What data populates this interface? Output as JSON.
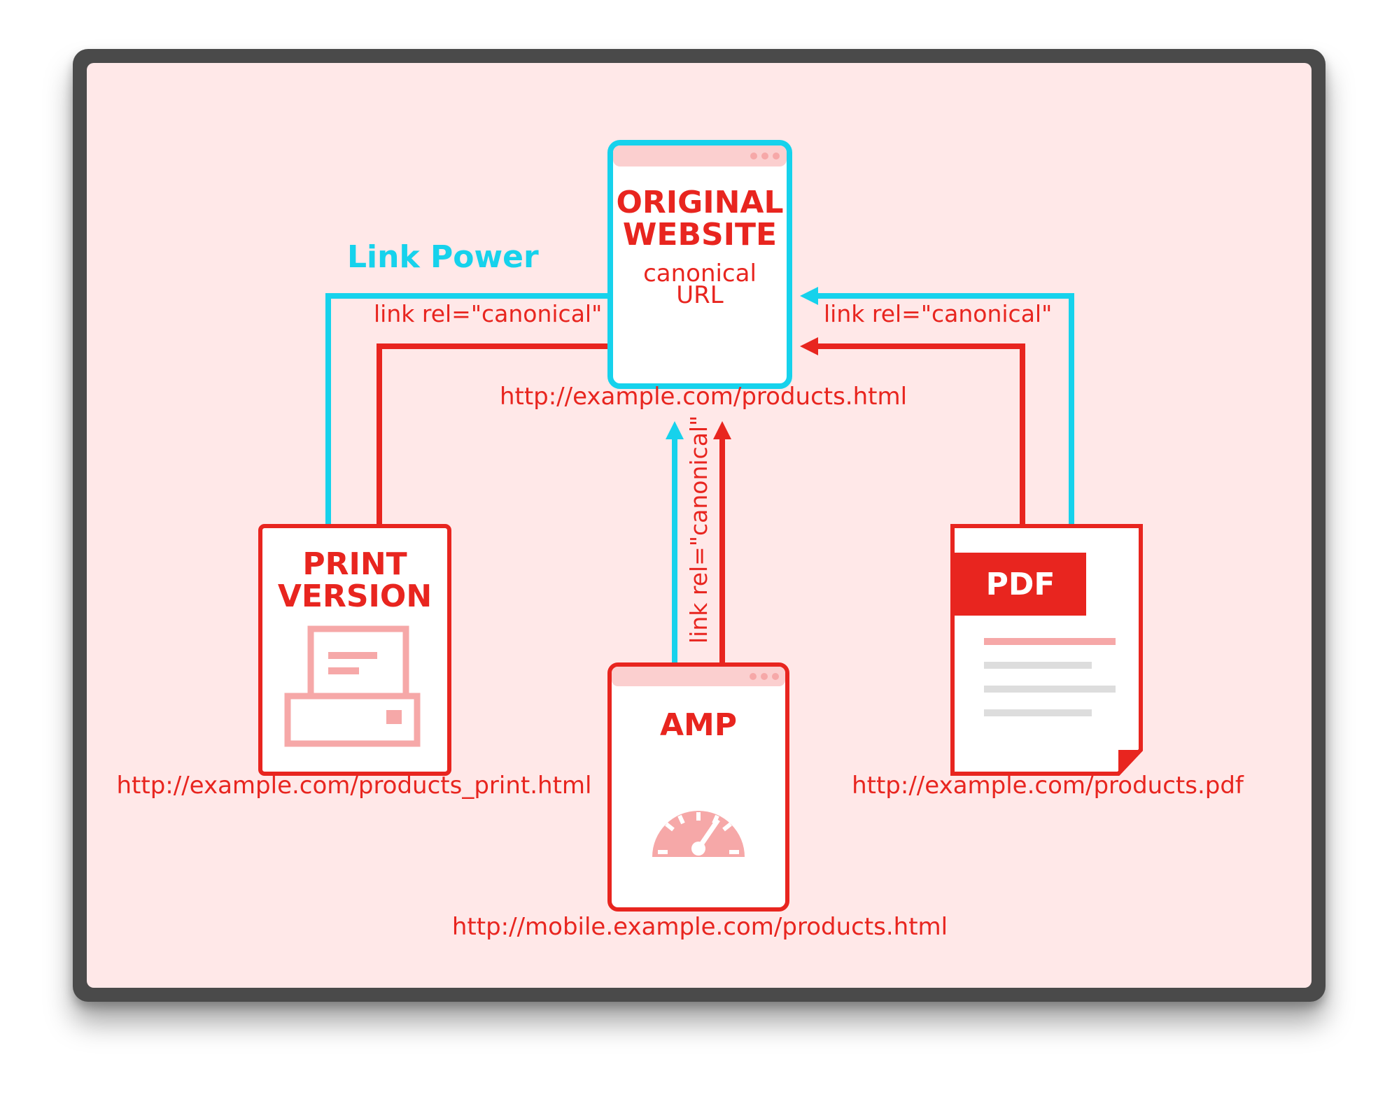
{
  "colors": {
    "background": "#ffe8e8",
    "accent_red": "#e8251f",
    "light_red": "#f6a8a8",
    "cyan": "#16d2ec",
    "frame": "#4a4a4a"
  },
  "original": {
    "title_line1": "ORIGINAL",
    "title_line2": "WEBSITE",
    "subtitle_line1": "canonical",
    "subtitle_line2": "URL",
    "url": "http://example.com/products.html"
  },
  "link_power_label": "Link Power",
  "canonical_labels": {
    "left": "link rel=\"canonical\"",
    "right": "link rel=\"canonical\"",
    "middle": "link rel=\"canonical\""
  },
  "print_version": {
    "title_line1": "PRINT",
    "title_line2": "VERSION",
    "url": "http://example.com/products_print.html",
    "icon": "printer-icon"
  },
  "amp": {
    "title": "AMP",
    "url": "http://mobile.example.com/products.html",
    "icon": "speedometer-icon"
  },
  "pdf": {
    "title": "PDF",
    "url": "http://example.com/products.pdf",
    "icon": "document-icon"
  }
}
